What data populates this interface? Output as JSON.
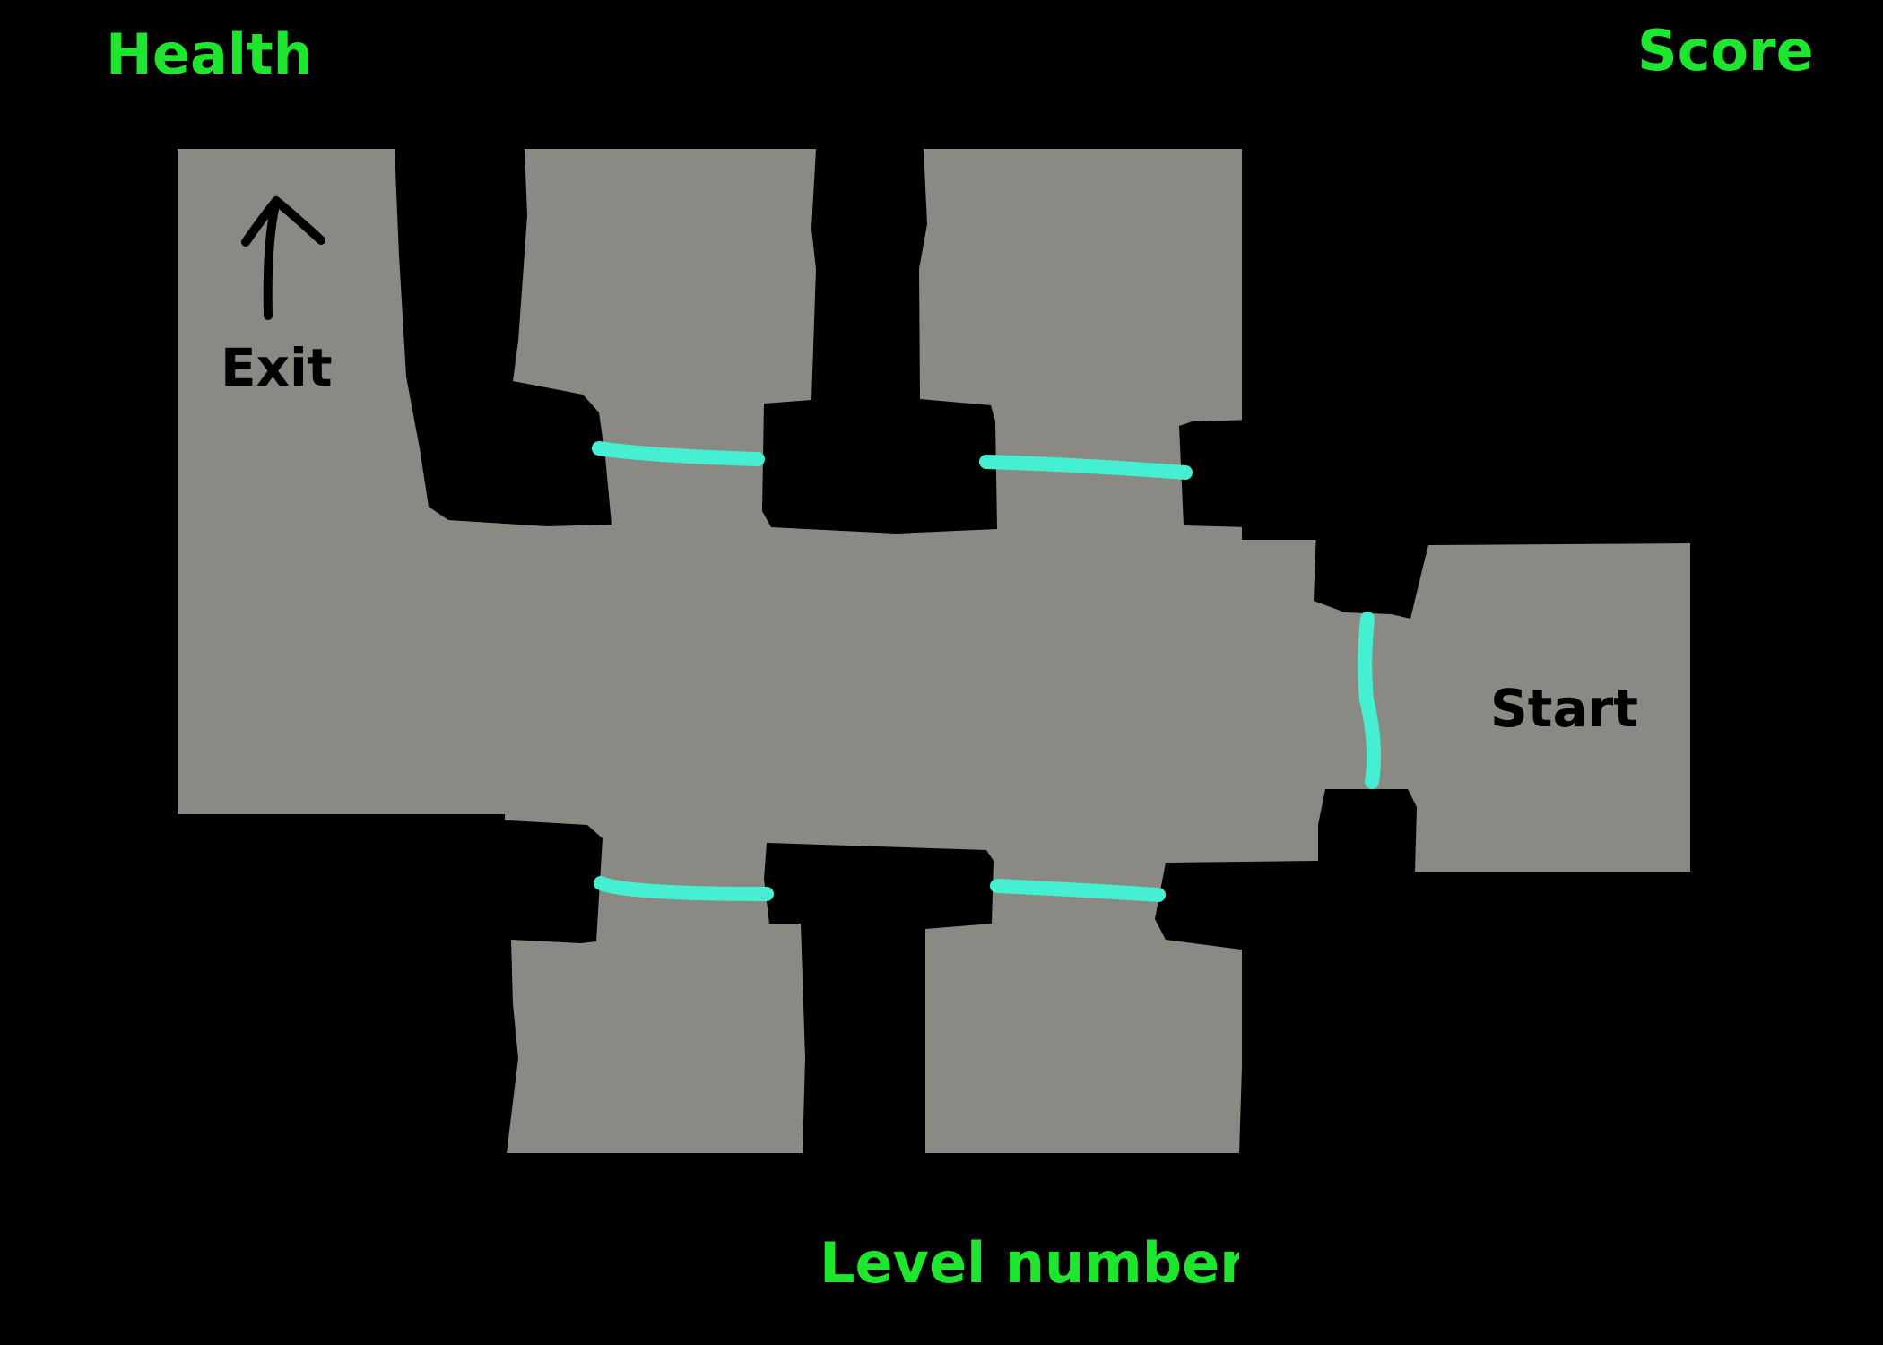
{
  "hud": {
    "health_label": "Health",
    "score_label": "Score",
    "level_label": "Level number"
  },
  "map": {
    "exit_label": "Exit",
    "start_label": "Start",
    "exit_direction": "up-arrow-icon"
  },
  "colors": {
    "background": "#000000",
    "floor": "#8b8984",
    "wall": "#000000",
    "hud_text": "#1ee62f",
    "door": "#45f0d2",
    "map_text": "#000000"
  }
}
